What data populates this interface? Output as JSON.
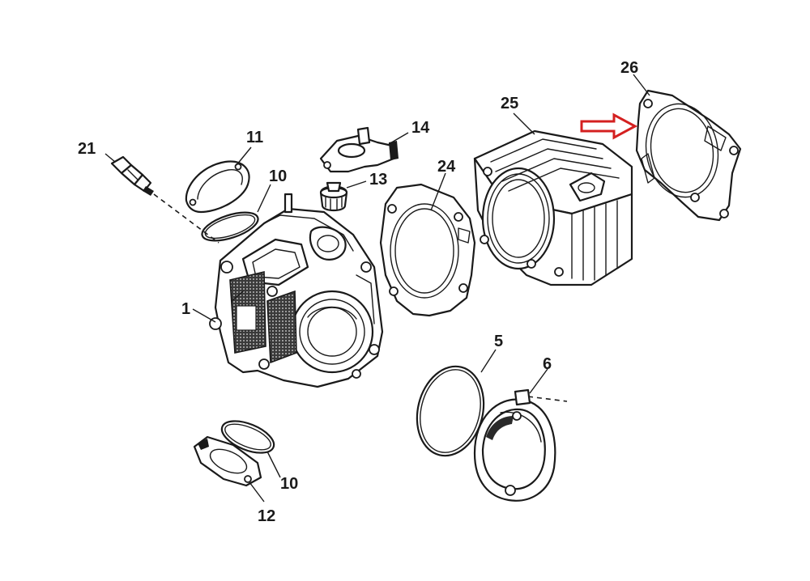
{
  "callouts": [
    {
      "id": "c1",
      "text": "1"
    },
    {
      "id": "c5",
      "text": "5"
    },
    {
      "id": "c6",
      "text": "6"
    },
    {
      "id": "c10a",
      "text": "10"
    },
    {
      "id": "c10b",
      "text": "10"
    },
    {
      "id": "c11",
      "text": "11"
    },
    {
      "id": "c12",
      "text": "12"
    },
    {
      "id": "c13",
      "text": "13"
    },
    {
      "id": "c14",
      "text": "14"
    },
    {
      "id": "c21",
      "text": "21"
    },
    {
      "id": "c24",
      "text": "24"
    },
    {
      "id": "c25",
      "text": "25"
    },
    {
      "id": "c26",
      "text": "26"
    }
  ],
  "colors": {
    "line": "#1a1a1a",
    "arrow": "#d42020",
    "background": "#ffffff"
  },
  "icons": {
    "highlight_arrow": "right-arrow-outline"
  }
}
